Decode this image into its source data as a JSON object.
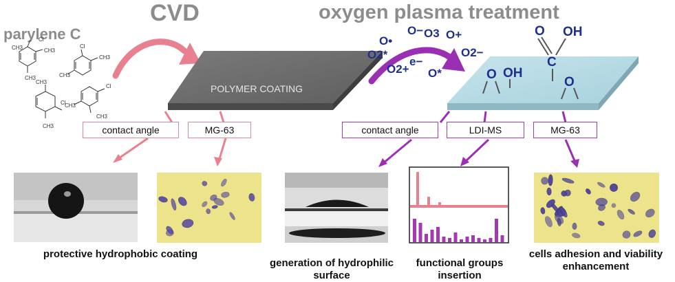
{
  "titles": {
    "cvd": "CVD",
    "plasma": "oxygen plasma treatment",
    "precursor": "parylene C"
  },
  "molecule_labels": {
    "methyl": "CH3",
    "chlorine": "Cl"
  },
  "plate_label": "POLYMER COATING",
  "plasma_species": [
    "O•",
    "O−",
    "O3",
    "O+",
    "O2*",
    "O2−",
    "e−",
    "O*",
    "O2+"
  ],
  "functional_groups": {
    "hydroxyl": "OH",
    "carboxyl_oh": "OH",
    "carbonyl_o": "O",
    "carbon": "C",
    "ether_o_left": "O",
    "ether_o_right": "O"
  },
  "tags": {
    "contact_angle_1": "contact angle",
    "mg63_1": "MG-63",
    "contact_angle_2": "contact angle",
    "ldi_ms": "LDI-MS",
    "mg63_2": "MG-63"
  },
  "captions": {
    "hydrophobic": "protective hydrophobic coating",
    "hydrophilic": "generation of hydrophilic surface",
    "functional": "functional groups insertion",
    "cells": "cells adhesion and viability enhancement"
  },
  "colors": {
    "pink_arrow": "#e8808f",
    "purple_arrow": "#9b2fb3",
    "grey_plate": "#6e6e6e",
    "blue_plate": "#b9dce6",
    "species_blue": "#1f2f8c",
    "cell_bg": "#ece38a",
    "cell_stain": "#5a4fa0"
  }
}
